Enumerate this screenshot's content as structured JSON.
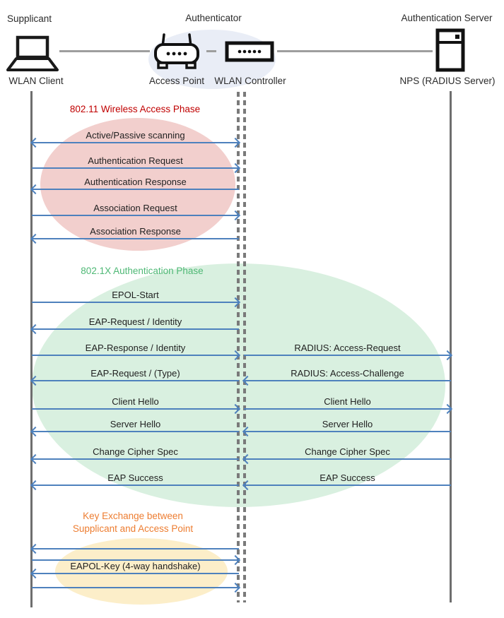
{
  "diagram": {
    "actors": [
      {
        "role": "Supplicant",
        "device": "WLAN Client"
      },
      {
        "role": "Authenticator",
        "devices": [
          "Access Point",
          "WLAN Controller"
        ]
      },
      {
        "role": "Authentication Server",
        "device": "NPS (RADIUS Server)"
      }
    ],
    "phases": [
      {
        "title": "802.11 Wireless Access Phase",
        "title_color": "#C00000",
        "ellipse_color": "#F2CFCD"
      },
      {
        "title": "802.1X Authentication Phase",
        "title_color": "#4EB875",
        "ellipse_color": "#D9F0E0"
      },
      {
        "title_line1": "Key Exchange between",
        "title_line2": "Supplicant and Access Point",
        "title_color": "#ED7D31",
        "ellipse_color": "#FCEEC9"
      }
    ],
    "left_messages": [
      {
        "label": "Active/Passive scanning",
        "direction": "both"
      },
      {
        "label": "Authentication Request",
        "direction": "right"
      },
      {
        "label": "Authentication Response",
        "direction": "left"
      },
      {
        "label": "Association Request",
        "direction": "right"
      },
      {
        "label": "Association Response",
        "direction": "left"
      },
      {
        "label": "EPOL-Start",
        "direction": "right"
      },
      {
        "label": "EAP-Request / Identity",
        "direction": "left"
      },
      {
        "label": "EAP-Response / Identity",
        "direction": "right"
      },
      {
        "label": "EAP-Request / (Type)",
        "direction": "left"
      },
      {
        "label": "Client Hello",
        "direction": "right"
      },
      {
        "label": "Server Hello",
        "direction": "left"
      },
      {
        "label": "Change Cipher Spec",
        "direction": "left"
      },
      {
        "label": "EAP Success",
        "direction": "left"
      },
      {
        "label": "",
        "direction": "left"
      },
      {
        "label": "",
        "direction": "right"
      },
      {
        "label": "EAPOL-Key (4-way handshake)",
        "direction": "left"
      },
      {
        "label": "",
        "direction": "right"
      }
    ],
    "right_messages": [
      {
        "label": "RADIUS: Access-Request",
        "direction": "right"
      },
      {
        "label": "RADIUS: Access-Challenge",
        "direction": "left"
      },
      {
        "label": "Client Hello",
        "direction": "right"
      },
      {
        "label": "Server Hello",
        "direction": "left"
      },
      {
        "label": "Change Cipher Spec",
        "direction": "left"
      },
      {
        "label": "EAP Success",
        "direction": "left"
      }
    ]
  },
  "colors": {
    "arrow": "#4E81BD",
    "lifeline": "#6E6E6E",
    "authenticator_ellipse": "#E9EDF6"
  }
}
